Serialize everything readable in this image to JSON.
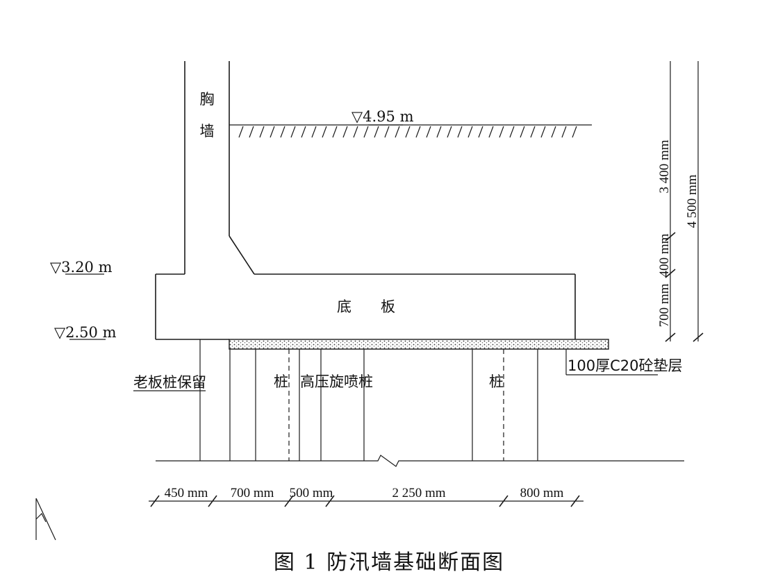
{
  "labels": {
    "wall_top": "胸",
    "wall_bottom": "墙",
    "slab": "底　　板",
    "elev_top": "▽4.95 m",
    "elev_slab_top": "▽3.20 m",
    "elev_slab_bottom": "▽2.50 m",
    "old_pile": "老板桩保留",
    "pile_left": "桩",
    "jet_pile": "高压旋喷桩",
    "pile_right": "桩",
    "cushion": "100厚C20砼垫层"
  },
  "dimensions_vertical": {
    "d3400": "3 400 mm",
    "d400": "400 mm",
    "d700": "700 mm",
    "d4500": "4 500 mm"
  },
  "dimensions_horizontal": {
    "d450": "450 mm",
    "d700": "700 mm",
    "d500": "500 mm",
    "d2250": "2 250 mm",
    "d800": "800 mm"
  },
  "caption": "图 1  防汛墙基础断面图"
}
